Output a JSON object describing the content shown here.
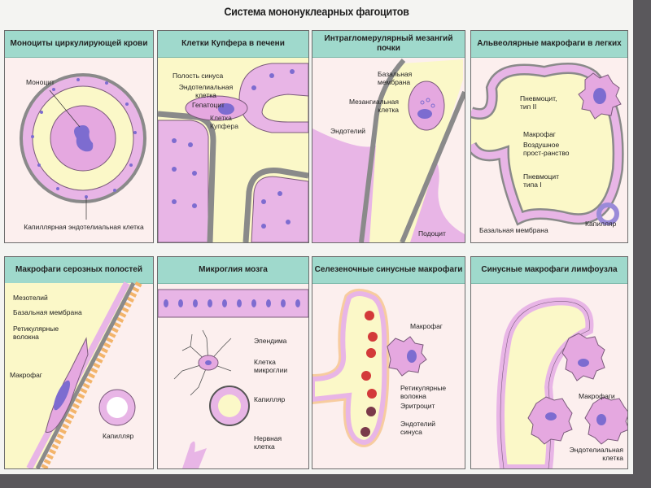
{
  "title": "Система мононуклеарных фагоцитов",
  "colors": {
    "header": "#9fd9cc",
    "panel_bg": "#fcefee",
    "lumen": "#fbf8c8",
    "cell": "#e8b5e6",
    "nucleus": "#8e7cd6",
    "membrane": "#7a7a7a",
    "erythrocyte": "#d33a3a",
    "reticular_fiber": "#f3b46a"
  },
  "panels": [
    {
      "title": "Моноциты циркулирующей крови",
      "labels": [
        "Моноцит",
        "Капиллярная эндотелиальная клетка"
      ]
    },
    {
      "title": "Клетки Купфера в печени",
      "labels": [
        "Полость синуса",
        "Эндотелиальная клетка",
        "Гепатоцит",
        "Клетка Купфера"
      ]
    },
    {
      "title": "Интрагломерулярный мезангий почки",
      "labels": [
        "Базальная мембрана",
        "Мезангиальная клетка",
        "Эндотелий",
        "Подоцит"
      ]
    },
    {
      "title": "Альвеолярные макрофаги в легких",
      "labels": [
        "Пневмоцит, тип II",
        "Макрофаг",
        "Воздушное прост-ранство",
        "Пневмоцит типа I",
        "Базальная мембрана",
        "Капилляр"
      ]
    },
    {
      "title": "Макрофаги серозных полостей",
      "labels": [
        "Мезотелий",
        "Базальная мембрана",
        "Ретикулярные волокна",
        "Макрофаг",
        "Капилляр"
      ]
    },
    {
      "title": "Микроглия мозга",
      "labels": [
        "Эпендима",
        "Клетка микроглии",
        "Капилляр",
        "Нервная клетка"
      ]
    },
    {
      "title": "Селезеночные синусные макрофаги",
      "labels": [
        "Макрофаг",
        "Ретикулярные волокна",
        "Эритроцит",
        "Эндотелий синуса"
      ]
    },
    {
      "title": "Синусные макрофаги лимфоузла",
      "labels": [
        "Макрофаги",
        "Эндотелиальная клетка"
      ]
    }
  ]
}
